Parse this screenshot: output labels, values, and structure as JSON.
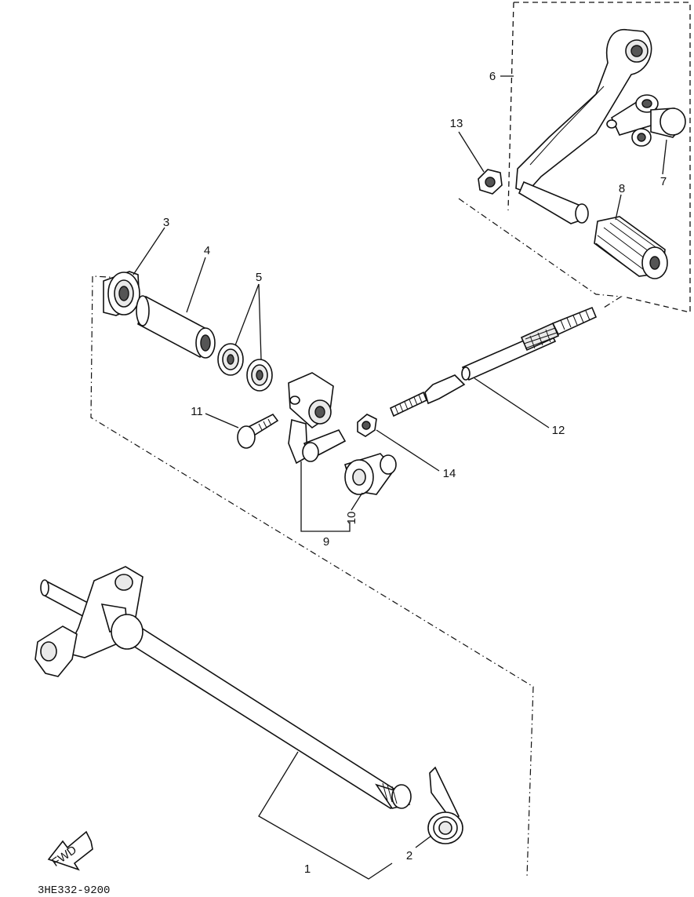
{
  "diagram": {
    "callouts": [
      {
        "id": "1",
        "text": "1"
      },
      {
        "id": "2",
        "text": "2"
      },
      {
        "id": "3",
        "text": "3"
      },
      {
        "id": "4",
        "text": "4"
      },
      {
        "id": "5",
        "text": "5"
      },
      {
        "id": "6",
        "text": "6"
      },
      {
        "id": "7",
        "text": "7"
      },
      {
        "id": "8",
        "text": "8"
      },
      {
        "id": "9",
        "text": "9"
      },
      {
        "id": "10",
        "text": "10"
      },
      {
        "id": "11",
        "text": "11"
      },
      {
        "id": "12",
        "text": "12"
      },
      {
        "id": "13",
        "text": "13"
      },
      {
        "id": "14",
        "text": "14"
      }
    ],
    "direction_arrow": "FWD",
    "drawing_code": "3HE332-9200"
  }
}
